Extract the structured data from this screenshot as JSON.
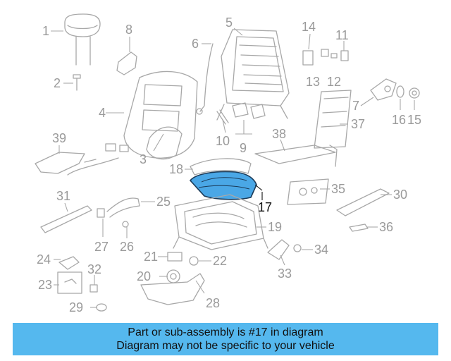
{
  "diagram": {
    "highlight_color": "#4aa7e6",
    "callouts": {
      "c1": "1",
      "c2": "2",
      "c3": "3",
      "c4": "4",
      "c5": "5",
      "c6": "6",
      "c7": "7",
      "c8": "8",
      "c9": "9",
      "c10": "10",
      "c11": "11",
      "c12": "12",
      "c13": "13",
      "c14": "14",
      "c15": "15",
      "c16": "16",
      "c17": "17",
      "c18": "18",
      "c19": "19",
      "c20": "20",
      "c21": "21",
      "c22": "22",
      "c23": "23",
      "c24": "24",
      "c25": "25",
      "c26": "26",
      "c27": "27",
      "c28": "28",
      "c29": "29",
      "c30": "30",
      "c31": "31",
      "c32": "32",
      "c33": "33",
      "c34": "34",
      "c35": "35",
      "c36": "36",
      "c37": "37",
      "c38": "38",
      "c39": "39"
    }
  },
  "banner": {
    "color": "#55b8ee",
    "line1": "Part or sub-assembly is #17 in diagram",
    "line2": "Diagram may not be specific to your vehicle"
  }
}
